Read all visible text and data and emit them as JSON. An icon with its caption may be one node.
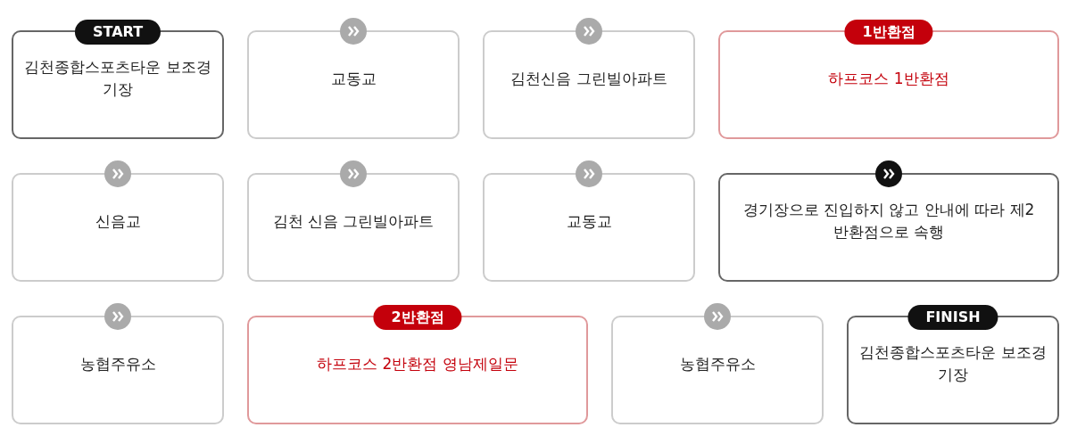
{
  "diagram": {
    "nodes": [
      {
        "text": [
          "START",
          "김천종합스포츠타운 보조경기장"
        ]
      },
      {
        "text": [
          "교동교"
        ]
      },
      {
        "text": [
          "김천신음 그린빌아파트"
        ]
      },
      {
        "text": [
          "1반환점",
          "하프코스 1반환점"
        ]
      },
      {
        "text": [
          "신음교"
        ]
      },
      {
        "text": [
          "김천 신음 그린빌아파트"
        ]
      },
      {
        "text": [
          "교동교"
        ]
      },
      {
        "text": [
          "경기장으로 진입하지 않고 안내에 따라 제2반환점으로 속행"
        ]
      },
      {
        "text": [
          "농협주유소"
        ]
      },
      {
        "text": [
          "2반환점",
          "하프코스 2반환점 영남제일문"
        ]
      },
      {
        "text": [
          "농협주유소"
        ]
      },
      {
        "text": [
          "FINISH",
          "김천종합스포츠타운 보조경기장"
        ]
      }
    ]
  }
}
